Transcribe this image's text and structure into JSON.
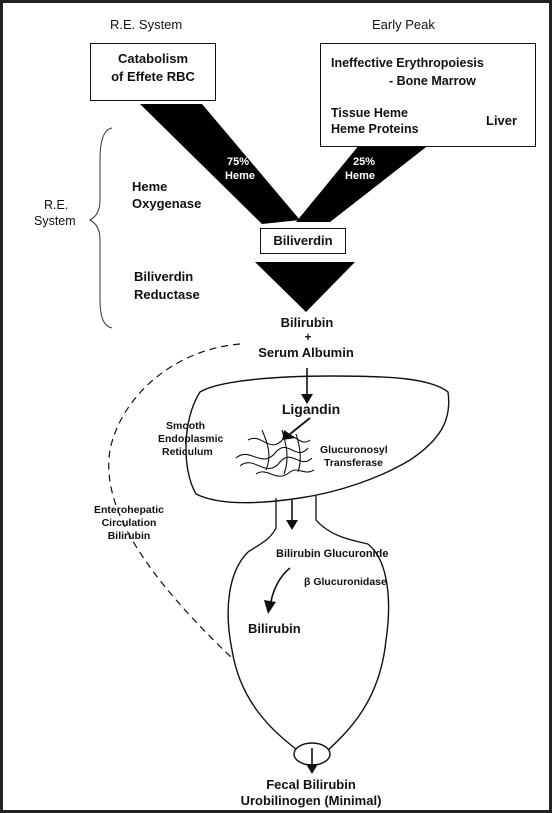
{
  "headers": {
    "re_system": "R.E. System",
    "early_peak": "Early Peak"
  },
  "boxes": {
    "catabolism_line1": "Catabolism",
    "catabolism_line2": "of Effete RBC",
    "ineffective_line1": "Ineffective Erythropoiesis",
    "ineffective_line2": "- Bone Marrow",
    "tissue_line1": "Tissue Heme",
    "tissue_line2": "Heme Proteins",
    "liver": "Liver",
    "biliverdin": "Biliverdin"
  },
  "arms": {
    "left_pct": "75%",
    "left_label": "Heme",
    "right_pct": "25%",
    "right_label": "Heme"
  },
  "side": {
    "re_line1": "R.E.",
    "re_line2": "System",
    "heme_oxygenase_line1": "Heme",
    "heme_oxygenase_line2": "Oxygenase",
    "reductase_line1": "Biliverdin",
    "reductase_line2": "Reductase"
  },
  "middle": {
    "bilirubin": "Bilirubin",
    "plus": "+",
    "serum_albumin": "Serum Albumin",
    "ligandin": "Ligandin",
    "ser_line1": "Smooth",
    "ser_line2": "Endoplasmic",
    "ser_line3": "Reticulum",
    "gt_line1": "Glucuronosyl",
    "gt_line2": "Transferase",
    "entero_line1": "Enterohepatic",
    "entero_line2": "Circulation",
    "entero_line3": "Bilirubin",
    "bilirubin_glucuronide": "Bilirubin Glucuronide",
    "beta_glucuronidase": "β Glucuronidase",
    "bilirubin_gut": "Bilirubin"
  },
  "footer": {
    "line1": "Fecal Bilirubin",
    "line2": "Urobilinogen (Minimal)"
  }
}
